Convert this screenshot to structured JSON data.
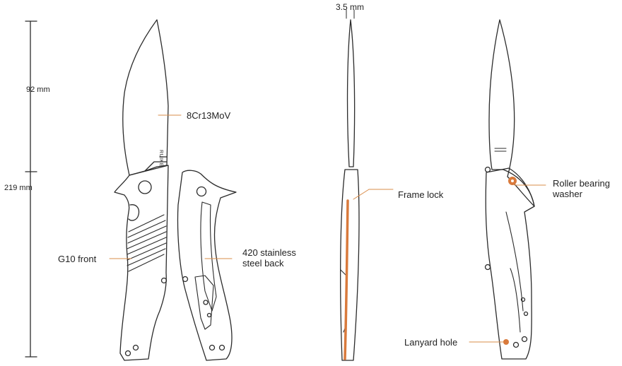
{
  "dimensions": {
    "blade_length": "92 mm",
    "total_length": "219 mm",
    "blade_thickness": "3.5 mm"
  },
  "callouts": {
    "blade_steel": "8Cr13MoV",
    "front_handle": "G10 front",
    "back_handle_line1": "420 stainless",
    "back_handle_line2": "steel back",
    "lock": "Frame lock",
    "washer_line1": "Roller bearing",
    "washer_line2": "washer",
    "lanyard": "Lanyard hole"
  },
  "brand_mark": "RUIKE",
  "colors": {
    "leader": "#d98c4a",
    "accent": "#d97a3c",
    "outline": "#2b2b2b"
  }
}
